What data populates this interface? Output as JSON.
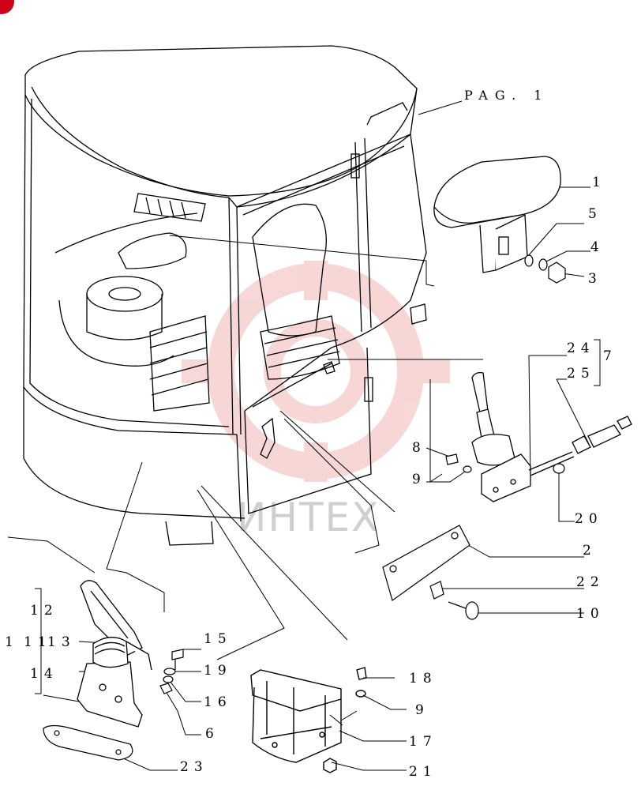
{
  "page_ref": "PAG.  1",
  "watermark_text": "ИНТЕХ",
  "colors": {
    "ink": "#000000",
    "watermark_red": "#f2b6b6",
    "watermark_gray": "#cfcfcf",
    "corner_mark": "#d0021b"
  },
  "parts": {
    "p1": "1",
    "p2": "2",
    "p3": "3",
    "p4": "4",
    "p5": "5",
    "p6": "6",
    "p7": "7",
    "p8": "8",
    "p9a": "9",
    "p9b": "9",
    "p9c": "9",
    "p10": "10",
    "p11": "11",
    "p12": "12",
    "p13": "13",
    "p14": "14",
    "p15": "15",
    "p16": "16",
    "p17": "17",
    "p18": "18",
    "p20": "20",
    "p21": "21",
    "p22": "22",
    "p23": "23",
    "p24": "24",
    "p25": "25",
    "p1b": "1"
  }
}
